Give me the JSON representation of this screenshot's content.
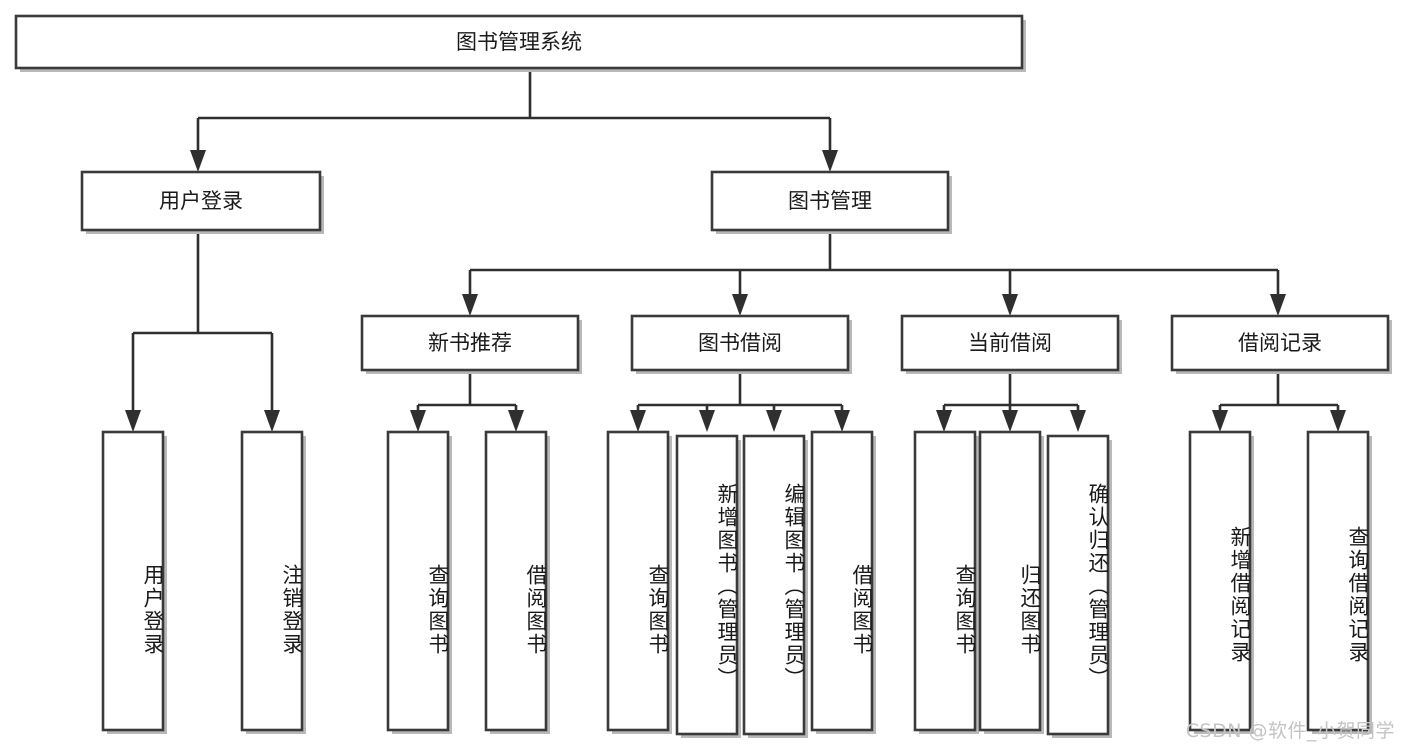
{
  "diagram": {
    "title": "图书管理系统",
    "type": "tree-hierarchy",
    "orientation": "top-down",
    "watermark": "CSDN @软件_小贺同学",
    "colors": {
      "background": "#ffffff",
      "node_fill": "#ffffff",
      "node_stroke": "#3a3a3a",
      "connector": "#2f2f2f",
      "label": "#1a1a1a",
      "watermark": "#c4c4c4"
    },
    "levels": {
      "root": "图书管理系统",
      "level2": [
        "用户登录",
        "图书管理"
      ],
      "level3": [
        "新书推荐",
        "图书借阅",
        "当前借阅",
        "借阅记录"
      ],
      "leaves": [
        "用户登录",
        "注销登录",
        "查询图书",
        "借阅图书",
        "查询图书",
        "新增图书（管理员）",
        "编辑图书（管理员）",
        "借阅图书",
        "查询图书",
        "归还图书",
        "确认归还（管理员）",
        "新增借阅记录",
        "查询借阅记录"
      ]
    },
    "nodes": {
      "root": {
        "label": "图书管理系统"
      },
      "user_login": {
        "label": "用户登录"
      },
      "book_manage": {
        "label": "图书管理"
      },
      "new_book_rec": {
        "label": "新书推荐"
      },
      "book_borrow": {
        "label": "图书借阅"
      },
      "current_borrow": {
        "label": "当前借阅"
      },
      "borrow_record": {
        "label": "借阅记录"
      },
      "leaf_user_login": {
        "label": "用户登录"
      },
      "leaf_logout": {
        "label": "注销登录"
      },
      "leaf_query_book_1": {
        "label": "查询图书"
      },
      "leaf_borrow_book_1": {
        "label": "借阅图书"
      },
      "leaf_query_book_2": {
        "label": "查询图书"
      },
      "leaf_add_book_admin": {
        "label": "新增图书（管理员）"
      },
      "leaf_edit_book_admin": {
        "label": "编辑图书（管理员）"
      },
      "leaf_borrow_book_2": {
        "label": "借阅图书"
      },
      "leaf_query_book_3": {
        "label": "查询图书"
      },
      "leaf_return_book": {
        "label": "归还图书"
      },
      "leaf_confirm_return_admin": {
        "label": "确认归还（管理员）"
      },
      "leaf_add_borrow_record": {
        "label": "新增借阅记录"
      },
      "leaf_query_borrow_record": {
        "label": "查询借阅记录"
      }
    },
    "edges": [
      {
        "from": "root",
        "to": "user_login"
      },
      {
        "from": "root",
        "to": "book_manage"
      },
      {
        "from": "user_login",
        "to": "leaf_user_login"
      },
      {
        "from": "user_login",
        "to": "leaf_logout"
      },
      {
        "from": "book_manage",
        "to": "new_book_rec"
      },
      {
        "from": "book_manage",
        "to": "book_borrow"
      },
      {
        "from": "book_manage",
        "to": "current_borrow"
      },
      {
        "from": "book_manage",
        "to": "borrow_record"
      },
      {
        "from": "new_book_rec",
        "to": "leaf_query_book_1"
      },
      {
        "from": "new_book_rec",
        "to": "leaf_borrow_book_1"
      },
      {
        "from": "book_borrow",
        "to": "leaf_query_book_2"
      },
      {
        "from": "book_borrow",
        "to": "leaf_add_book_admin"
      },
      {
        "from": "book_borrow",
        "to": "leaf_edit_book_admin"
      },
      {
        "from": "book_borrow",
        "to": "leaf_borrow_book_2"
      },
      {
        "from": "current_borrow",
        "to": "leaf_query_book_3"
      },
      {
        "from": "current_borrow",
        "to": "leaf_return_book"
      },
      {
        "from": "current_borrow",
        "to": "leaf_confirm_return_admin"
      },
      {
        "from": "borrow_record",
        "to": "leaf_add_borrow_record"
      },
      {
        "from": "borrow_record",
        "to": "leaf_query_borrow_record"
      }
    ]
  }
}
